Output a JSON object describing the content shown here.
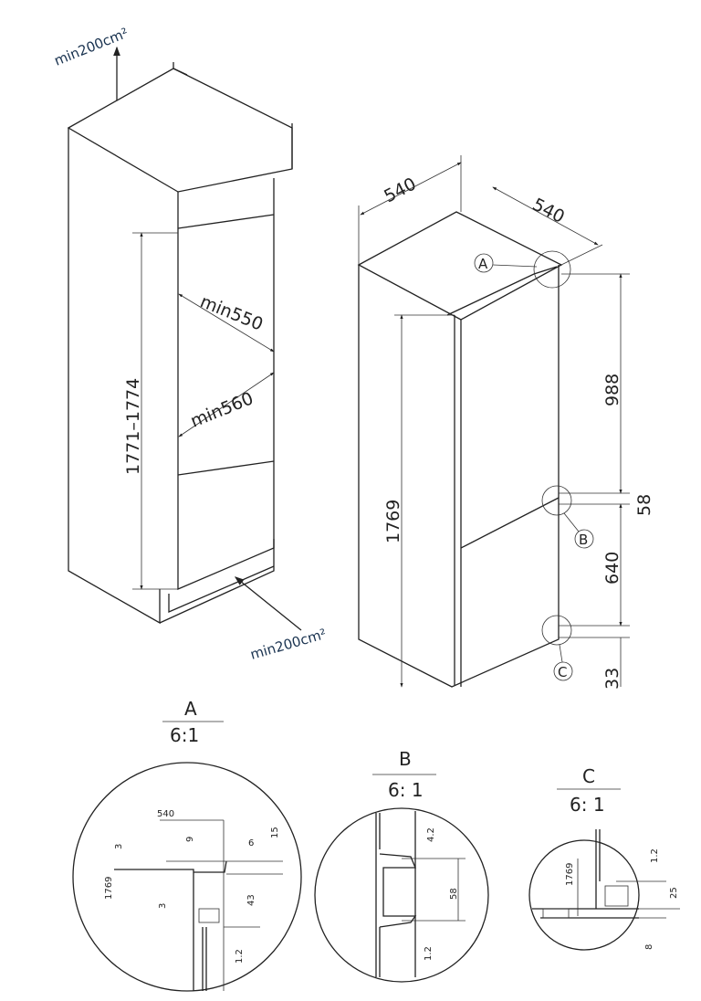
{
  "cabinet": {
    "vent_top": "min200cm²",
    "vent_bottom": "min200cm²",
    "height_range": "1771–1774",
    "depth_min_upper": "min550",
    "depth_min_lower": "min560"
  },
  "appliance": {
    "width": "540",
    "depth": "540",
    "height": "1769",
    "upper_door": "988",
    "gap": "58",
    "lower_door": "640",
    "bottom": "33",
    "callouts": [
      "A",
      "B",
      "C"
    ]
  },
  "details": [
    {
      "label": "A",
      "scale": "6:1",
      "dims": [
        "540",
        "9",
        "6",
        "15",
        "3",
        "1769",
        "3",
        "43",
        "1.2"
      ]
    },
    {
      "label": "B",
      "scale": "6: 1",
      "dims": [
        "4.2",
        "58",
        "1.2"
      ]
    },
    {
      "label": "C",
      "scale": "6: 1",
      "dims": [
        "1.2",
        "1769",
        "25",
        "8"
      ]
    }
  ]
}
